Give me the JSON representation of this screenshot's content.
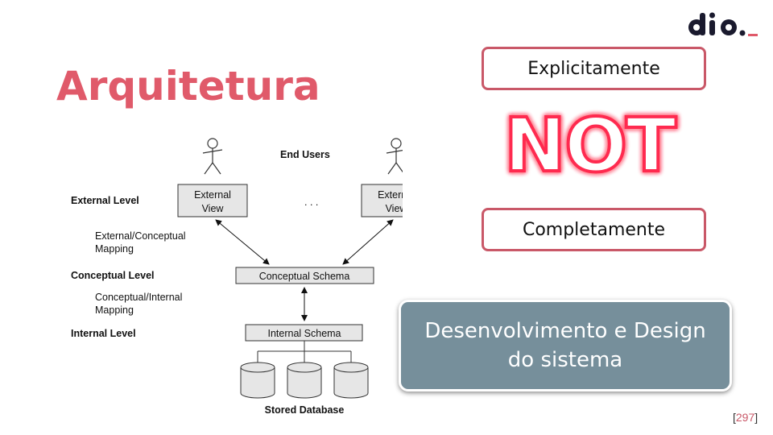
{
  "slide": {
    "title": "Arquitetura",
    "page_open": "[",
    "page_number": "297",
    "page_close": "]"
  },
  "logo": {
    "text": "dio."
  },
  "callouts": {
    "top": "Explicitamente",
    "not_text": "NOT",
    "bottom": "Completamente",
    "development_line1": "Desenvolvimento e Design",
    "development_line2": "do sistema"
  },
  "diagram": {
    "end_users": "End Users",
    "external_level": "External Level",
    "ext_conc_mapping_1": "External/Conceptual",
    "ext_conc_mapping_2": "Mapping",
    "conceptual_level": "Conceptual Level",
    "conc_int_mapping_1": "Conceptual/Internal",
    "conc_int_mapping_2": "Mapping",
    "internal_level": "Internal Level",
    "external_view_1": "External",
    "external_view_2": "View",
    "ellipsis": ". . .",
    "conceptual_schema": "Conceptual Schema",
    "internal_schema": "Internal Schema",
    "stored_database": "Stored Database"
  },
  "colors": {
    "accent": "#e05a6a",
    "box_border": "#c95868",
    "panel": "#768f9b",
    "schema_box": "#e6e6e6"
  }
}
